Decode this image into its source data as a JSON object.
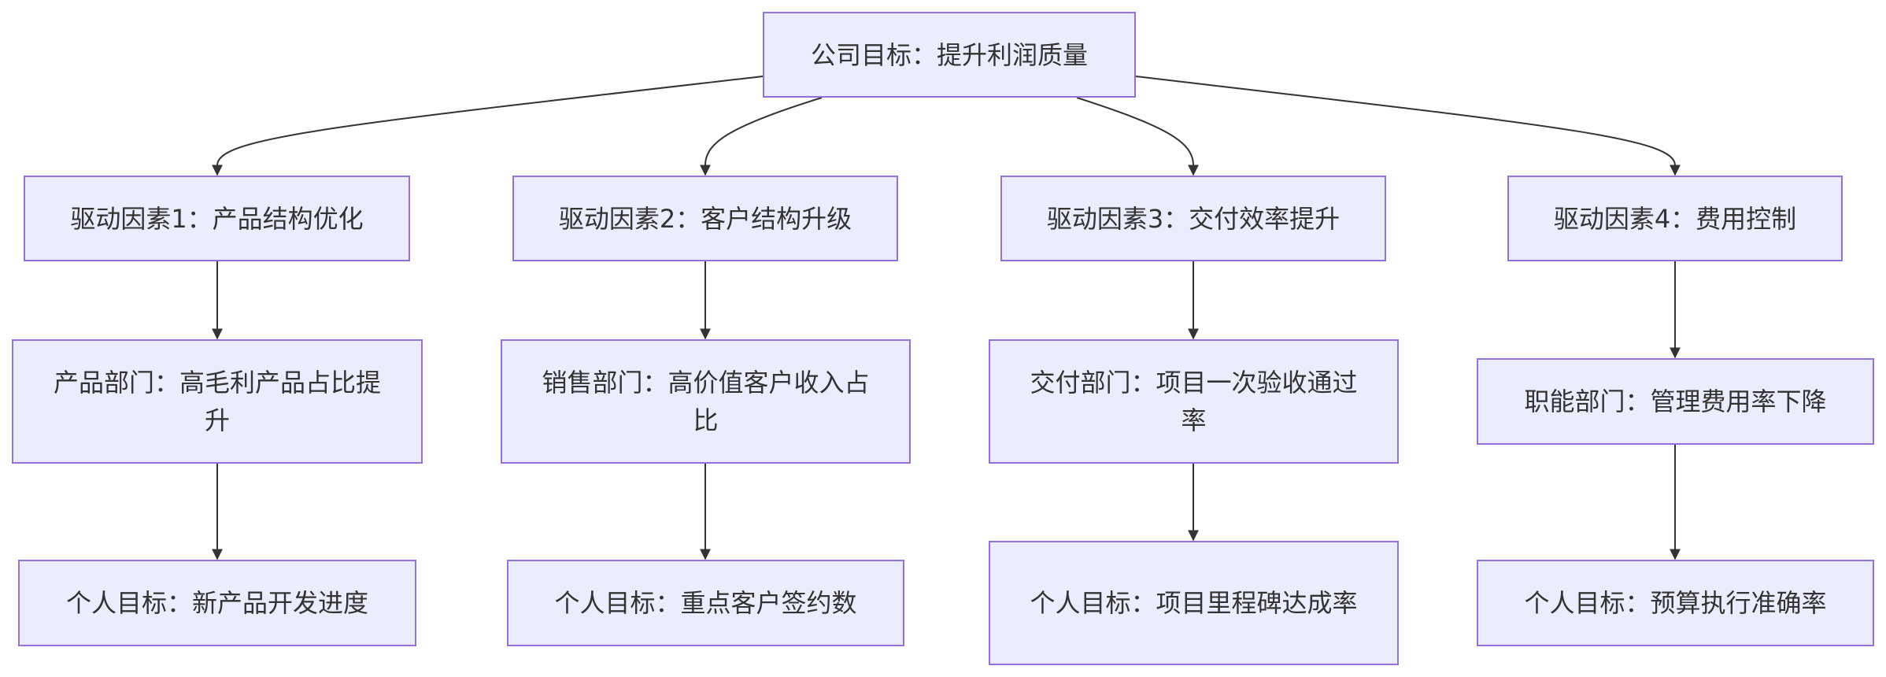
{
  "colors": {
    "node_fill": "#ececff",
    "node_border": "#9370db",
    "text": "#333333",
    "edge": "#333333"
  },
  "root": {
    "label": "公司目标：提升利润质量"
  },
  "branches": [
    {
      "driver": "驱动因素1：产品结构优化",
      "department": "产品部门：高毛利产品占比提升",
      "personal": "个人目标：新产品开发进度"
    },
    {
      "driver": "驱动因素2：客户结构升级",
      "department": "销售部门：高价值客户收入占比",
      "personal": "个人目标：重点客户签约数"
    },
    {
      "driver": "驱动因素3：交付效率提升",
      "department": "交付部门：项目一次验收通过率",
      "personal": "个人目标：项目里程碑达成率"
    },
    {
      "driver": "驱动因素4：费用控制",
      "department": "职能部门：管理费用率下降",
      "personal": "个人目标：预算执行准确率"
    }
  ]
}
